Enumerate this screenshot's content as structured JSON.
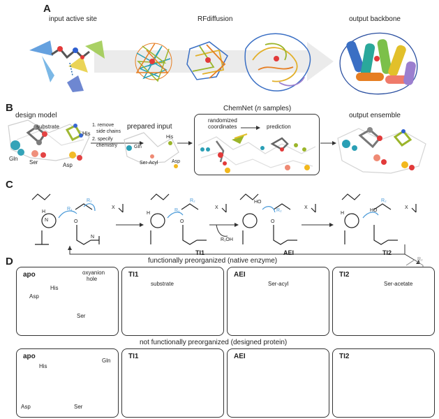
{
  "panels": {
    "a": {
      "letter": "A",
      "input_label": "input active site",
      "method_label": "RFdiffusion",
      "output_label": "output backbone"
    },
    "b": {
      "letter": "B",
      "design_model_label": "design model",
      "substrate_label": "substrate",
      "his_label": "His",
      "gln_label": "Gln",
      "ser_label": "Ser",
      "asp_label": "Asp",
      "steps": [
        "1. remove",
        "side chains",
        "2. specify",
        "chemistry"
      ],
      "prepared_label": "prepared input",
      "prepared_gln": "Gln",
      "prepared_his": "His",
      "prepared_seracyl": "Ser-Acyl",
      "prepared_asp": "Asp",
      "chemnet_title": "ChemNet (",
      "chemnet_n": "n",
      "chemnet_suffix": " samples)",
      "randomized_1": "randomized",
      "randomized_2": "coordinates",
      "prediction_label": "prediction",
      "output_ensemble_label": "output ensemble"
    },
    "c": {
      "letter": "C",
      "ti1": "TI1",
      "aei": "AEI",
      "ti2": "TI2",
      "r1oh": "R₁OH",
      "r1": "R₁",
      "r2": "R₂",
      "h": "H",
      "x": "X",
      "n": "N",
      "o": "O",
      "ho": "HO"
    },
    "d": {
      "letter": "D",
      "row1_title": "functionally preorganized (native enzyme)",
      "row2_title": "not functionally preorganized (designed protein)",
      "row1": [
        {
          "title": "apo",
          "labels": [
            "His",
            "oxyanion",
            "hole",
            "Asp",
            "Ser"
          ]
        },
        {
          "title": "TI1",
          "labels": [
            "substrate"
          ]
        },
        {
          "title": "AEI",
          "labels": [
            "Ser-acyl"
          ]
        },
        {
          "title": "TI2",
          "labels": [
            "Ser-acetate"
          ]
        }
      ],
      "row2": [
        {
          "title": "apo",
          "labels": [
            "His",
            "Gln",
            "Asp",
            "Ser"
          ]
        },
        {
          "title": "TI1",
          "labels": []
        },
        {
          "title": "AEI",
          "labels": []
        },
        {
          "title": "TI2",
          "labels": []
        }
      ]
    }
  },
  "colors": {
    "his": "#9bb52a",
    "ser": "#ef8a74",
    "asp": "#f2b81d",
    "gln": "#2a9fb5",
    "oxyanion": "#2a78c6",
    "substrate": "#7a7a7a",
    "oxygen": "#e23a3a",
    "nitrogen": "#2e5fd0",
    "arrow": "#4a9ad8"
  }
}
